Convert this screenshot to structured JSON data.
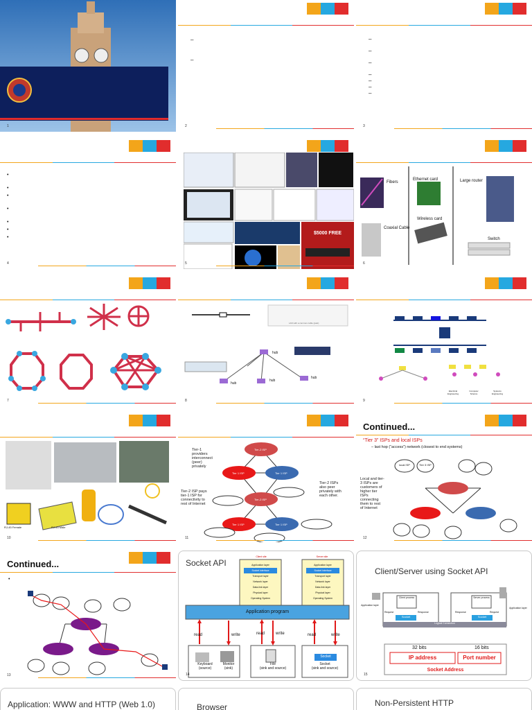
{
  "slides": {
    "s1": {
      "num": "1"
    },
    "s2": {
      "num": "2",
      "bullets": [
        "–",
        "–"
      ]
    },
    "s3": {
      "num": "3",
      "bullets": [
        "–",
        "–",
        "–",
        "–",
        "–",
        "–",
        "–"
      ]
    },
    "s4": {
      "num": "4",
      "bullets": [
        "•",
        "•",
        "•",
        "•",
        "•",
        "•",
        "•"
      ]
    },
    "s5": {
      "num": "5"
    },
    "s6": {
      "num": "6",
      "labels": {
        "fibers": "Fibers",
        "ethernet": "Ethernet card",
        "router": "Large router",
        "coax": "Coaxial Cable",
        "wireless": "Wireless card",
        "switch": "Switch"
      }
    },
    "s7": {
      "num": "7"
    },
    "s8": {
      "num": "8",
      "hub": "hub",
      "lan": "LAN with a common cable (past)"
    },
    "s9": {
      "num": "9",
      "depts": [
        "Electrical Engineering",
        "Computer Science",
        "Systems Engineering"
      ]
    },
    "s10": {
      "num": "10",
      "rj_female": "RJ-45 Female",
      "rj_male": "RJ-45 Male"
    },
    "s11": {
      "num": "11",
      "tier1_note": [
        "Tier-1",
        "providers",
        "interconnect",
        "(peer)",
        "privately"
      ],
      "tier2_note_left": [
        "Tier-2 ISP pays",
        "tier-1 ISP for",
        "connectivity to",
        "rest of Internet"
      ],
      "tier2_note_right": [
        "Tier-2 ISPs",
        "also peer",
        "privately with",
        "each other."
      ],
      "tier1": "Tier 1 ISP",
      "tier2": "Tier-2 ISP"
    },
    "s12": {
      "num": "12",
      "title": "Continued...",
      "subtitle": "“Tier 3” ISPs and local ISPs",
      "bullet": "– last hop (“access”) network (closest to end systems)",
      "note": [
        "Local and tier-",
        "3 ISPs are",
        "customers of",
        "higher tier",
        "ISPs",
        "connecting",
        "them to rest",
        "of Internet"
      ],
      "local": "local ISP",
      "tier3": "Tier 3 ISP"
    },
    "s13": {
      "num": "13",
      "title": "Continued...",
      "bullet": "•"
    },
    "s14": {
      "num": "14",
      "title": "Socket API",
      "client": "Client site",
      "server": "Server site",
      "layers": [
        "Application layer",
        "Socket interface",
        "Transport layer",
        "Network layer",
        "Data-link layer",
        "Physical layer",
        "Operating System"
      ],
      "app": "Application program",
      "read": "read",
      "write": "write",
      "keyboard": "Keyboard",
      "keyboard_sub": "(source)",
      "monitor": "Monitor",
      "monitor_sub": "(sink)",
      "file": "File",
      "file_sub": "(sink and source)",
      "socket": "Socket",
      "socket_sub": "(sink and source)"
    },
    "s15": {
      "num": "15",
      "title": "Client/Server using Socket API",
      "client_proc": "Client process",
      "server_proc": "Server process",
      "app_layer": "Application layer",
      "request": "Request",
      "response": "Response",
      "socket": "Socket",
      "logical": "Logical Connection",
      "bits32": "32 bits",
      "bits16": "16 bits",
      "ip": "IP address",
      "port": "Port number",
      "sockaddr": "Socket Address"
    },
    "s16": {
      "title": "Application: WWW and HTTP (Web 1.0)"
    },
    "s17": {
      "title": "Browser"
    },
    "s18": {
      "title": "Non-Persistent HTTP"
    }
  }
}
